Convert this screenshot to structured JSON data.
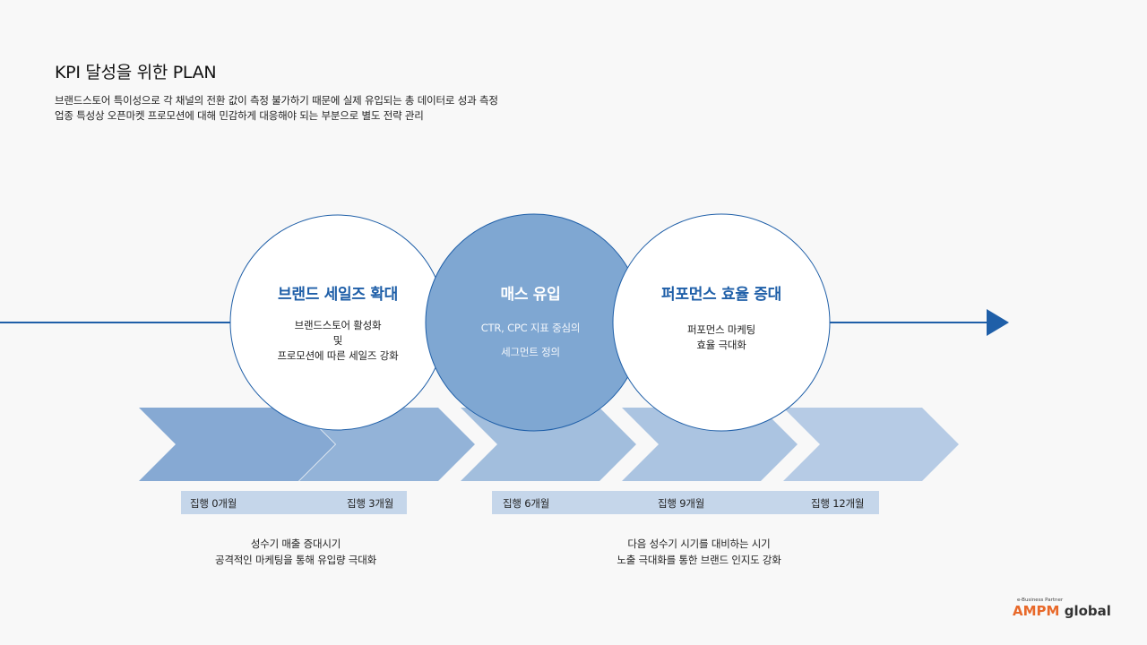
{
  "header": {
    "title": "KPI 달성을 위한 PLAN",
    "desc_line1": "브랜드스토어 특이성으로 각 채널의 전환 값이 측정 불가하기 때문에 실제 유입되는 총 데이터로 성과 측정",
    "desc_line2": "업종 특성상 오픈마켓 프로모션에 대해 민감하게 대응해야 되는 부분으로 별도 전략 관리"
  },
  "circles": [
    {
      "title": "브랜드 세일즈 확대",
      "body1": "브랜드스토어 활성화",
      "body2": "및",
      "body3": "프로모션에 따른 세일즈 강화",
      "title_color": "#1f5fa8",
      "fill": "#ffffff"
    },
    {
      "title": "매스 유입",
      "body1": "CTR, CPC 지표 중심의",
      "body2": "세그먼트 정의",
      "title_color": "#ffffff",
      "fill": "#7fa7d2"
    },
    {
      "title": "퍼포먼스 효율 증대",
      "body1": "퍼포먼스 마케팅",
      "body2": "효율 극대화",
      "title_color": "#1f5fa8",
      "fill": "#ffffff"
    }
  ],
  "timeline": {
    "labels": [
      "집행 0개월",
      "집행 3개월",
      "집행 6개월",
      "집행 9개월",
      "집행 12개월"
    ]
  },
  "notes": {
    "left_line1": "성수기 매출 증대시기",
    "left_line2": "공격적인 마케팅을 통해 유입량 극대화",
    "right_line1": "다음 성수기 시기를 대비하는 시기",
    "right_line2": "노출 극대화를 통한 브랜드 인지도 강화"
  },
  "colors": {
    "accent": "#1f5fa8",
    "chevron": [
      "#86a9d3",
      "#93b3d8",
      "#a2bedd",
      "#abc4e1",
      "#b6cbe5"
    ],
    "timeline_bar": "#c5d6ea"
  },
  "logo": {
    "tagline": "e-Business Partner",
    "brand": "AMPM",
    "suffix": "global"
  }
}
